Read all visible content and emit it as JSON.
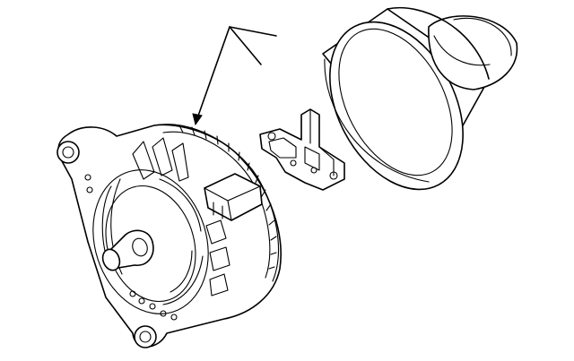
{
  "diagram": {
    "parts": [
      {
        "name": "alternator",
        "label": ""
      },
      {
        "name": "voltage-regulator",
        "label": ""
      },
      {
        "name": "pulley-cover",
        "label": ""
      }
    ],
    "callouts": [
      {
        "target": "alternator",
        "text": ""
      }
    ]
  }
}
